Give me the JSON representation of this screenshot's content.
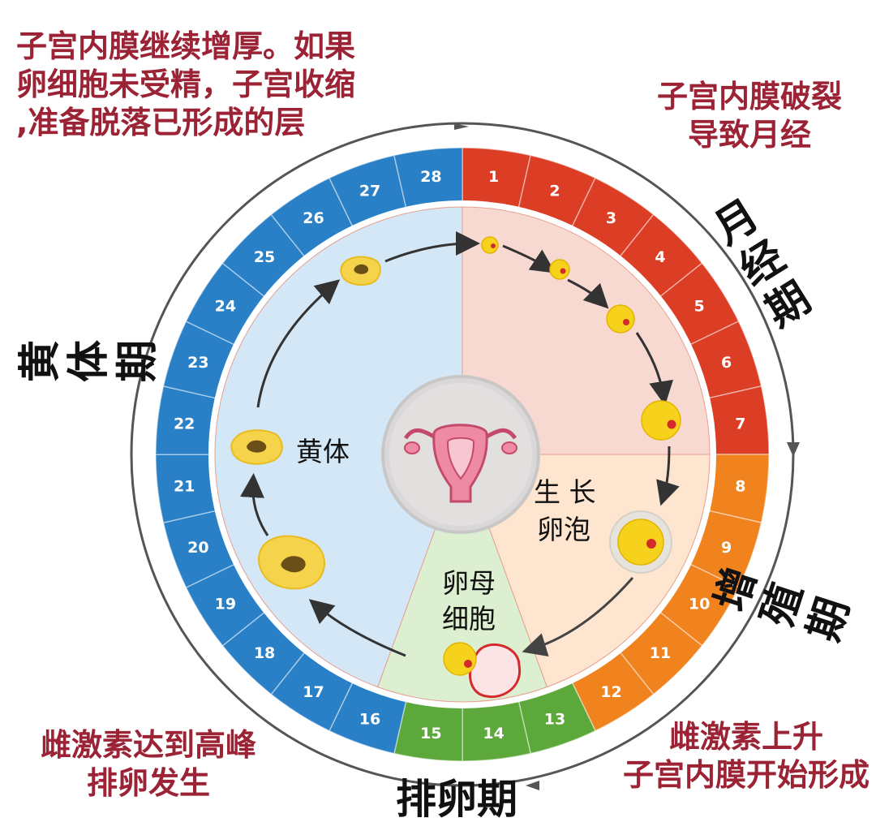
{
  "annotations": {
    "top_left": [
      "子宫内膜继续增厚。如果",
      "卵细胞未受精，子宫收缩",
      ",准备脱落已形成的层"
    ],
    "top_right": [
      "子宫内膜破裂",
      "导致月经"
    ],
    "bottom_left": [
      "雌激素达到高峰",
      "排卵发生"
    ],
    "bottom_right": [
      "雌激素上升",
      "子宫内膜开始形成"
    ]
  },
  "phases": {
    "menstrual": "月经期",
    "follicular": "增殖期",
    "ovulation": "排卵期",
    "luteal": "黄体期"
  },
  "inner_labels": {
    "corpus_luteum": "黄体",
    "growing_follicle": [
      "生 长",
      "卵泡"
    ],
    "egg_cell": [
      "卵母",
      "细胞"
    ]
  },
  "days": [
    "1",
    "2",
    "3",
    "4",
    "5",
    "6",
    "7",
    "8",
    "9",
    "10",
    "11",
    "12",
    "13",
    "14",
    "15",
    "16",
    "17",
    "18",
    "19",
    "20",
    "21",
    "22",
    "23",
    "24",
    "25",
    "26",
    "27",
    "28"
  ],
  "day_phase": [
    "menstrual",
    "menstrual",
    "menstrual",
    "menstrual",
    "menstrual",
    "menstrual",
    "menstrual",
    "follicular",
    "follicular",
    "follicular",
    "follicular",
    "follicular",
    "ovulation",
    "ovulation",
    "ovulation",
    "luteal",
    "luteal",
    "luteal",
    "luteal",
    "luteal",
    "luteal",
    "luteal",
    "luteal",
    "luteal",
    "luteal",
    "luteal",
    "luteal",
    "luteal"
  ],
  "colors": {
    "menstrual": "#dc3d25",
    "follicular": "#f0831e",
    "ovulation": "#5da83a",
    "luteal": "#2a80c6",
    "annotation_text": "#9b2335",
    "inner_menstrual": "#f8d9d2",
    "inner_follicular": "#fde5cf",
    "inner_ovulation": "#dcefd1",
    "inner_luteal": "#d3e7f6"
  },
  "icons": {
    "center": "uterus-icon",
    "follicle": "follicle-icon",
    "corpus_luteum": "corpus-luteum-icon"
  }
}
